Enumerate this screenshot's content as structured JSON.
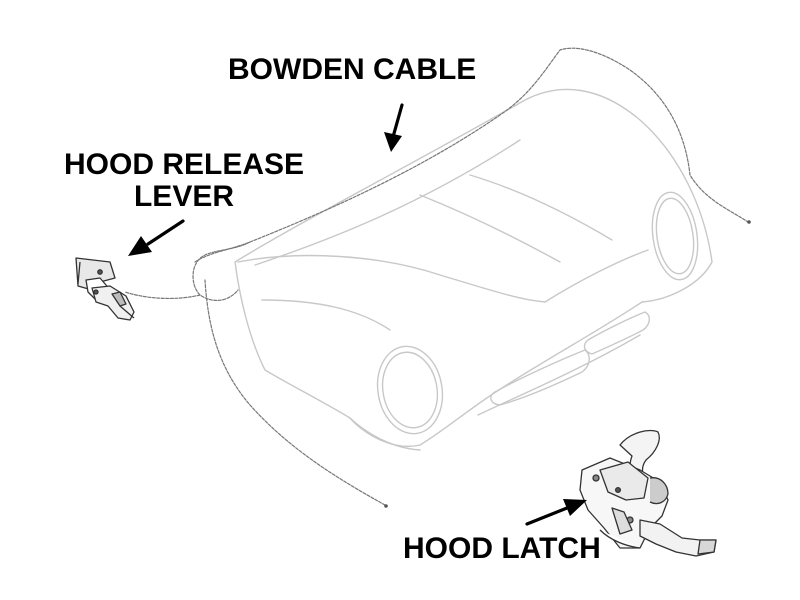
{
  "labels": {
    "bowden_cable": "BOWDEN CABLE",
    "hood_release_line1": "HOOD RELEASE",
    "hood_release_line2": "LEVER",
    "hood_latch": "HOOD LATCH"
  },
  "colors": {
    "ink": "#000000",
    "outline": "#c8c8c8",
    "cable": "#777777",
    "part": "#333333"
  }
}
